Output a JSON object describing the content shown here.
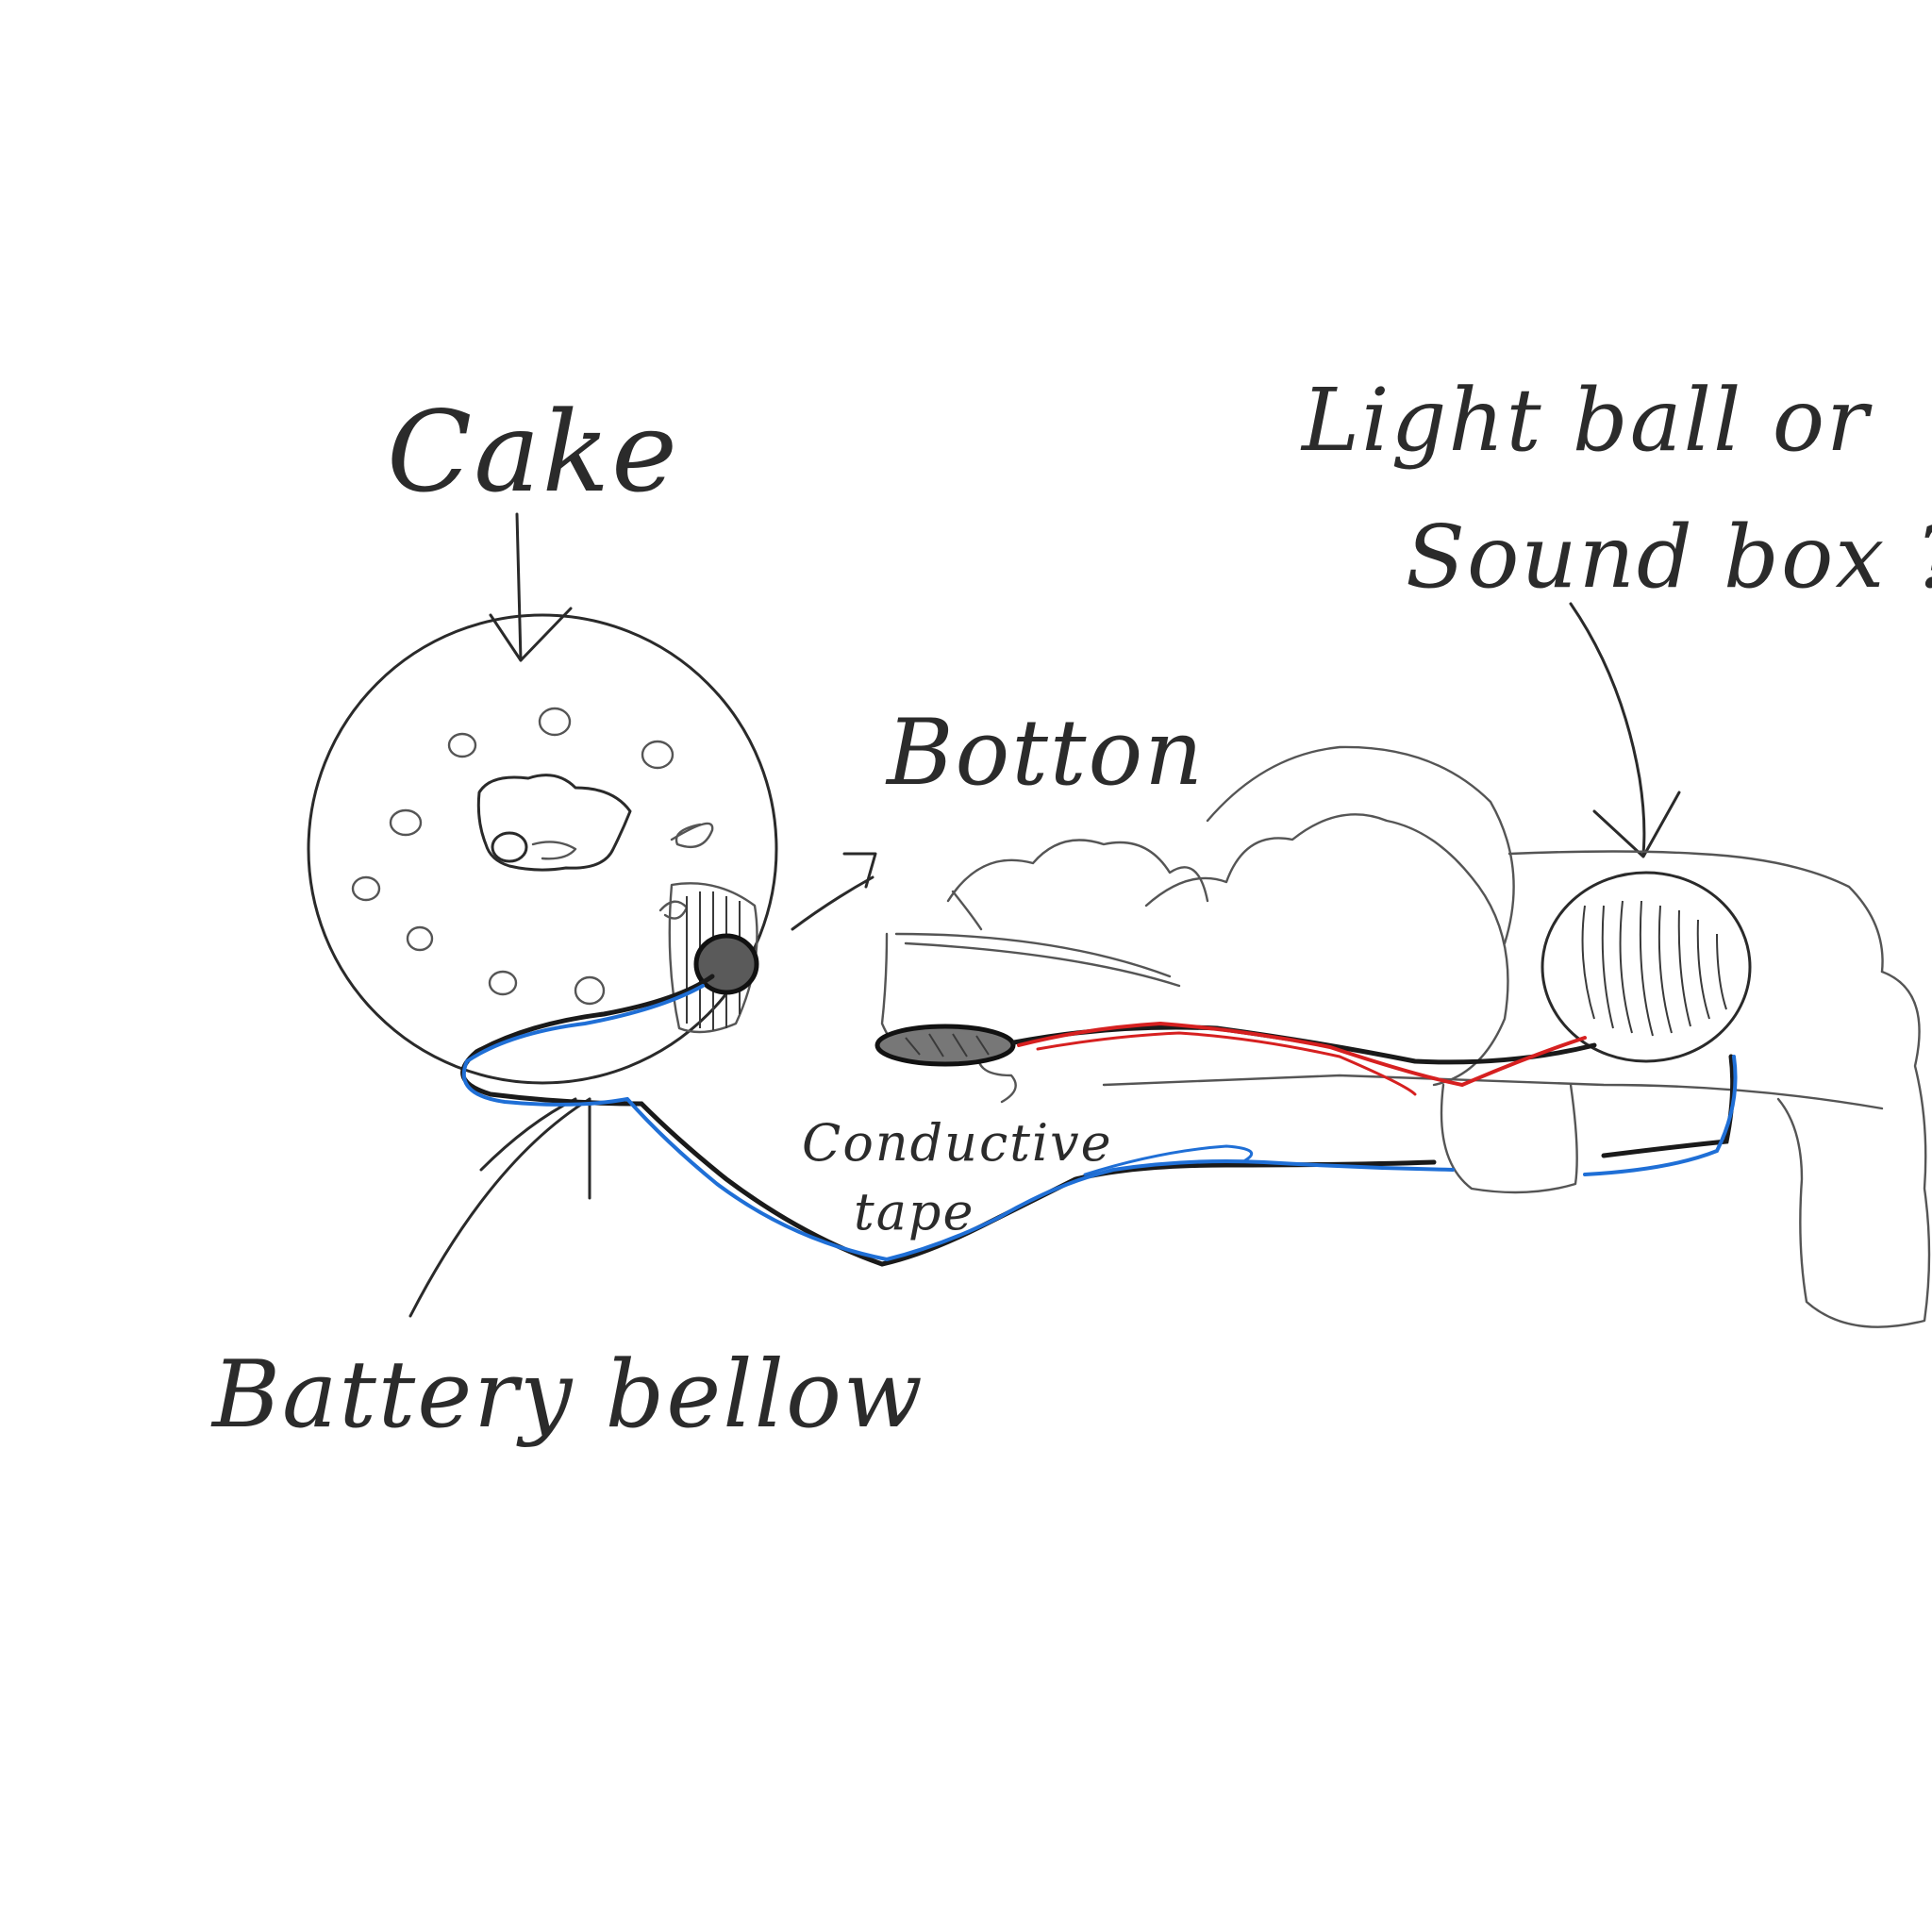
{
  "labels": {
    "cake": "Cake",
    "button": "Botton",
    "light_line1": "Light ball or",
    "light_line2": "Sound box ?",
    "tape_line1": "Conductive",
    "tape_line2": "tape",
    "battery": "Battery bellow"
  },
  "colors": {
    "ink": "#2a2a2a",
    "wire_black": "#1a1a1a",
    "wire_blue": "#1f6fd6",
    "wire_red": "#d62020",
    "background": "#ffffff"
  }
}
